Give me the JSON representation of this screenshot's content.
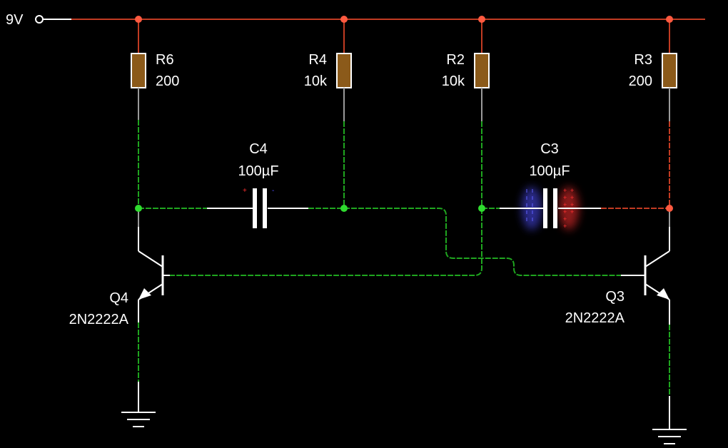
{
  "source": {
    "label": "9V"
  },
  "resistors": [
    {
      "id": "r6",
      "name": "R6",
      "value": "200"
    },
    {
      "id": "r4",
      "name": "R4",
      "value": "10k"
    },
    {
      "id": "r2",
      "name": "R2",
      "value": "10k"
    },
    {
      "id": "r3",
      "name": "R3",
      "value": "200"
    }
  ],
  "capacitors": [
    {
      "id": "c4",
      "name": "C4",
      "value": "100µF"
    },
    {
      "id": "c3",
      "name": "C3",
      "value": "100µF"
    }
  ],
  "transistors": [
    {
      "id": "q4",
      "name": "Q4",
      "model": "2N2222A"
    },
    {
      "id": "q3",
      "name": "Q3",
      "model": "2N2222A"
    }
  ],
  "colors": {
    "background": "#000000",
    "supply_wire": "#c23b22",
    "signal_wire": "#1fa51f",
    "neutral_wire": "#9a9a9a",
    "component": "#ffffff",
    "resistor_body": "#8b5a1a",
    "node_supply": "#ff5a40",
    "node_signal": "#2fdc2f",
    "charge_positive": "#ff3030",
    "charge_negative": "#5050ff"
  }
}
